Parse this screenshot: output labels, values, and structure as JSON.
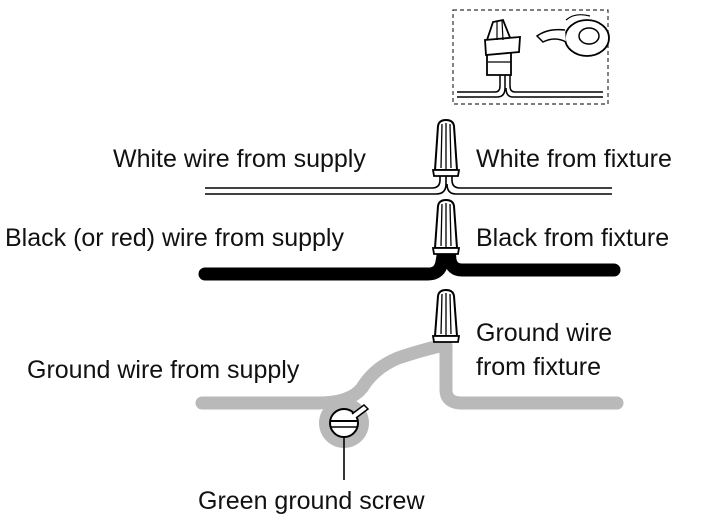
{
  "labels": {
    "white_supply": "White wire from supply",
    "white_fixture": "White from fixture",
    "black_supply": "Black (or red) wire from supply",
    "black_fixture": "Black from fixture",
    "ground_fixture_line1": "Ground wire",
    "ground_fixture_line2": "from fixture",
    "ground_supply": "Ground wire from supply",
    "green_screw": "Green ground screw"
  },
  "colors": {
    "white_wire_outline": "#000000",
    "black_wire": "#000000",
    "ground_wire": "#b9b9b9",
    "text": "#111111"
  },
  "icons": [
    "wire-nut-icon",
    "electrical-tape-icon",
    "ground-screw-icon"
  ]
}
